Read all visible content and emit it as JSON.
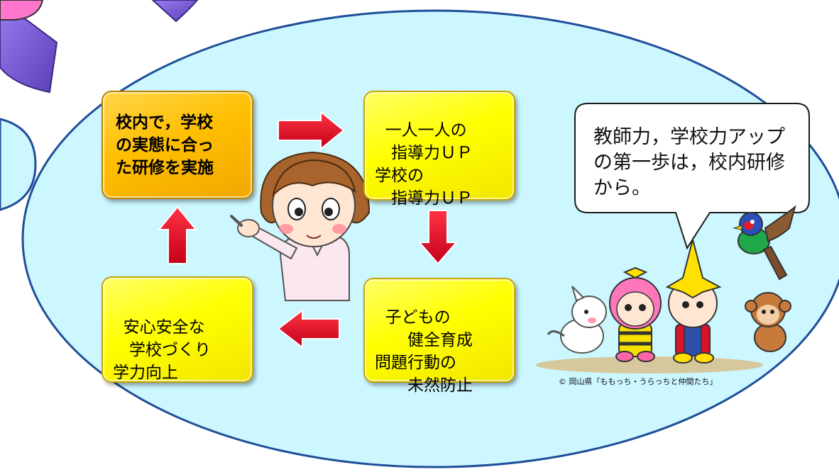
{
  "colors": {
    "ellipse_fill": "#ccf7ff",
    "ellipse_stroke": "#1f4e99",
    "arrow_red": "#e6001a",
    "box_yellow": "#ffff00",
    "box_orange": "#ffc000",
    "corner_bubble_fill": "#ccf7ff",
    "pink": "#ff66cc",
    "purple_shape": "#7f5fd9"
  },
  "cycle": {
    "start": "校内で，学校\nの実態に合っ\nた研修を実施",
    "step2": "一人一人の\n　指導力ＵＰ\n学校の\n　指導力ＵＰ",
    "step3": "子どもの\n　　健全育成\n問題行動の\n　　未然防止",
    "step4": "安心安全な\n　学校づくり\n学力向上"
  },
  "speech_bubble": {
    "text": "教師力，学校力アップ\nの第一歩は，校内研修\nから。"
  },
  "copyright": "© 岡山県「ももっち・うらっちと仲間たち」"
}
